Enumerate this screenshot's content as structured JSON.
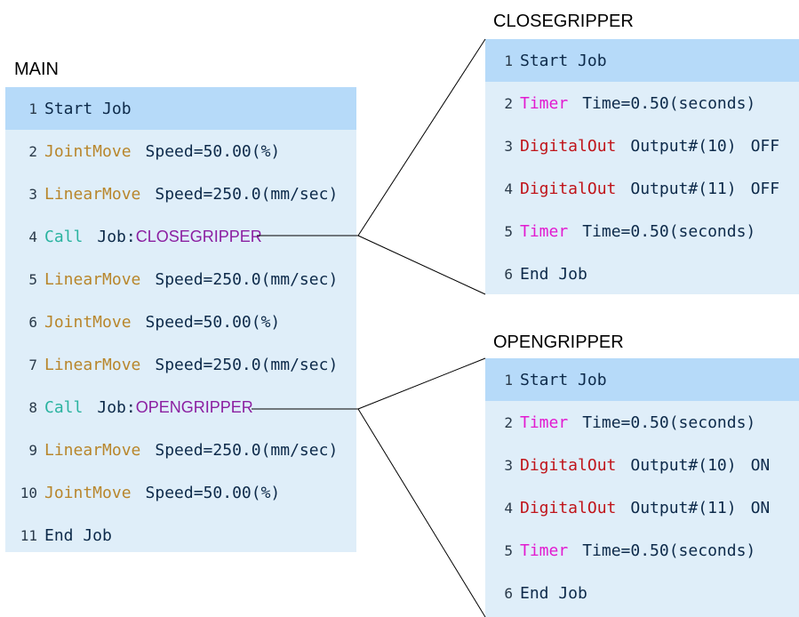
{
  "main": {
    "title": "MAIN",
    "rows": [
      {
        "num": "1",
        "cmd": "Start Job",
        "kind": "startjob",
        "param": ""
      },
      {
        "num": "2",
        "cmd": "JointMove",
        "kind": "joint",
        "param": "Speed=50.00(%)"
      },
      {
        "num": "3",
        "cmd": "LinearMove",
        "kind": "linear",
        "param": "Speed=250.0(mm/sec)"
      },
      {
        "num": "4",
        "cmd": "Call",
        "kind": "call",
        "param": "Job:",
        "job": "CLOSEGRIPPER"
      },
      {
        "num": "5",
        "cmd": "LinearMove",
        "kind": "linear",
        "param": "Speed=250.0(mm/sec)"
      },
      {
        "num": "6",
        "cmd": "JointMove",
        "kind": "joint",
        "param": "Speed=50.00(%)"
      },
      {
        "num": "7",
        "cmd": "LinearMove",
        "kind": "linear",
        "param": "Speed=250.0(mm/sec)"
      },
      {
        "num": "8",
        "cmd": "Call",
        "kind": "call",
        "param": "Job:",
        "job": "OPENGRIPPER"
      },
      {
        "num": "9",
        "cmd": "LinearMove",
        "kind": "linear",
        "param": "Speed=250.0(mm/sec)"
      },
      {
        "num": "10",
        "cmd": "JointMove",
        "kind": "joint",
        "param": "Speed=50.00(%)"
      },
      {
        "num": "11",
        "cmd": "End Job",
        "kind": "endjob",
        "param": ""
      }
    ]
  },
  "close": {
    "title": "CLOSEGRIPPER",
    "rows": [
      {
        "num": "1",
        "cmd": "Start Job",
        "kind": "startjob",
        "param": ""
      },
      {
        "num": "2",
        "cmd": "Timer",
        "kind": "timer",
        "param": "Time=0.50(seconds)"
      },
      {
        "num": "3",
        "cmd": "DigitalOut",
        "kind": "digital",
        "param": "Output#(10)",
        "state": "OFF"
      },
      {
        "num": "4",
        "cmd": "DigitalOut",
        "kind": "digital",
        "param": "Output#(11)",
        "state": "OFF"
      },
      {
        "num": "5",
        "cmd": "Timer",
        "kind": "timer",
        "param": "Time=0.50(seconds)"
      },
      {
        "num": "6",
        "cmd": "End Job",
        "kind": "endjob",
        "param": ""
      }
    ]
  },
  "open": {
    "title": "OPENGRIPPER",
    "rows": [
      {
        "num": "1",
        "cmd": "Start Job",
        "kind": "startjob",
        "param": ""
      },
      {
        "num": "2",
        "cmd": "Timer",
        "kind": "timer",
        "param": "Time=0.50(seconds)"
      },
      {
        "num": "3",
        "cmd": "DigitalOut",
        "kind": "digital",
        "param": "Output#(10)",
        "state": "ON"
      },
      {
        "num": "4",
        "cmd": "DigitalOut",
        "kind": "digital",
        "param": "Output#(11)",
        "state": "ON"
      },
      {
        "num": "5",
        "cmd": "Timer",
        "kind": "timer",
        "param": "Time=0.50(seconds)"
      },
      {
        "num": "6",
        "cmd": "End Job",
        "kind": "endjob",
        "param": ""
      }
    ]
  },
  "colors": {
    "row_bg": "#dfeef9",
    "selected_row_bg": "#b6daf9",
    "move_command": "#b8862c",
    "call_command": "#2ab3a0",
    "job_name": "#8b1fa1",
    "timer_command": "#e21bd0",
    "digital_out_command": "#c0141a",
    "text": "#0d2a4a",
    "connector_line": "#000000"
  }
}
